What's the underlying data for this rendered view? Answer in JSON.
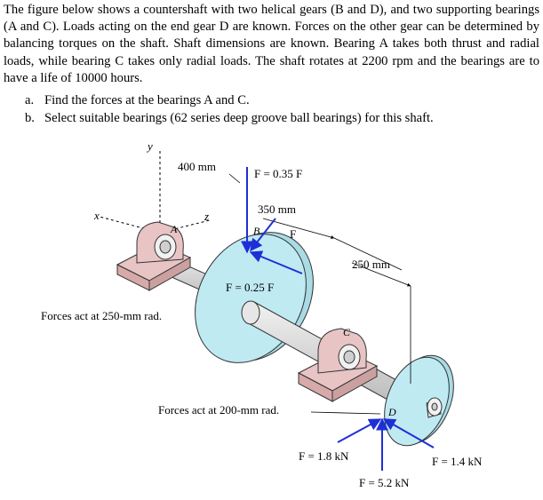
{
  "problem": {
    "intro": "The figure below shows a countershaft with two helical gears (B and D), and two supporting bearings (A and C). Loads acting on the end gear D are known. Forces on the other gear can be determined by balancing torques on the shaft. Shaft dimensions are known. Bearing A takes both thrust and radial loads, while bearing C takes only radial loads. The shaft rotates at 2200 rpm and the bearings are to have a life of 10000 hours.",
    "tasks": [
      {
        "label": "a.",
        "text": "Find the forces at the bearings A and C."
      },
      {
        "label": "b.",
        "text": "Select suitable bearings (62 series deep groove ball bearings) for this shaft."
      }
    ]
  },
  "figure": {
    "axis_y": "y",
    "axis_x": "x",
    "axis_z": "z",
    "dim_400": "400 mm",
    "dim_350": "350 mm",
    "dim_250": "250 mm",
    "label_A": "A",
    "label_B": "B",
    "label_C": "C",
    "label_D": "D",
    "force_Fy_B": "F = 0.35 F",
    "force_Fz_B": "F",
    "force_Fx_B": "F = 0.25 F",
    "note_250": "Forces act at 250-mm rad.",
    "note_200": "Forces act at 200-mm rad.",
    "force_Fz_D": "F = 1.8 kN",
    "force_Fx_D": "F = 1.4 kN",
    "force_Fy_D": "F = 5.2 kN",
    "colors": {
      "gear": "#bfeaf2",
      "bearing": "#e8c4c4",
      "shaft": "#d9d9d9",
      "arrow": "#1e2fd6"
    }
  }
}
